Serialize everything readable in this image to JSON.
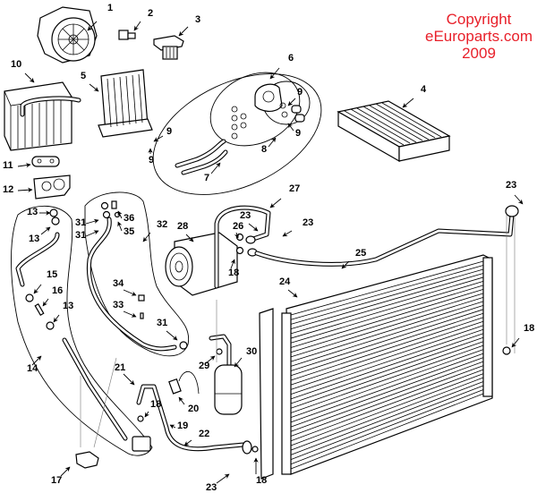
{
  "copyright": {
    "line1": "Copyright",
    "line2": "eEuroparts.com",
    "line3": "2009",
    "color": "#e8202a"
  },
  "diagram": {
    "title": "A/C system exploded parts diagram",
    "callouts": [
      {
        "id": "c1",
        "label": "1"
      },
      {
        "id": "c2",
        "label": "2"
      },
      {
        "id": "c3",
        "label": "3"
      },
      {
        "id": "c4",
        "label": "4"
      },
      {
        "id": "c5",
        "label": "5"
      },
      {
        "id": "c6",
        "label": "6"
      },
      {
        "id": "c7",
        "label": "7"
      },
      {
        "id": "c8",
        "label": "8"
      },
      {
        "id": "c9a",
        "label": "9"
      },
      {
        "id": "c9b",
        "label": "9"
      },
      {
        "id": "c9c",
        "label": "9"
      },
      {
        "id": "c9d",
        "label": "9"
      },
      {
        "id": "c10",
        "label": "10"
      },
      {
        "id": "c11",
        "label": "11"
      },
      {
        "id": "c12",
        "label": "12"
      },
      {
        "id": "c13a",
        "label": "13"
      },
      {
        "id": "c13b",
        "label": "13"
      },
      {
        "id": "c13c",
        "label": "13"
      },
      {
        "id": "c14",
        "label": "14"
      },
      {
        "id": "c15",
        "label": "15"
      },
      {
        "id": "c16",
        "label": "16"
      },
      {
        "id": "c17",
        "label": "17"
      },
      {
        "id": "c18a",
        "label": "18"
      },
      {
        "id": "c18b",
        "label": "18"
      },
      {
        "id": "c18c",
        "label": "18"
      },
      {
        "id": "c18d",
        "label": "18"
      },
      {
        "id": "c19",
        "label": "19"
      },
      {
        "id": "c20",
        "label": "20"
      },
      {
        "id": "c21",
        "label": "21"
      },
      {
        "id": "c22",
        "label": "22"
      },
      {
        "id": "c23a",
        "label": "23"
      },
      {
        "id": "c23b",
        "label": "23"
      },
      {
        "id": "c23c",
        "label": "23"
      },
      {
        "id": "c23d",
        "label": "23"
      },
      {
        "id": "c24",
        "label": "24"
      },
      {
        "id": "c25",
        "label": "25"
      },
      {
        "id": "c26",
        "label": "26"
      },
      {
        "id": "c27",
        "label": "27"
      },
      {
        "id": "c28",
        "label": "28"
      },
      {
        "id": "c29",
        "label": "29"
      },
      {
        "id": "c30",
        "label": "30"
      },
      {
        "id": "c31a",
        "label": "31"
      },
      {
        "id": "c31b",
        "label": "31"
      },
      {
        "id": "c31c",
        "label": "31"
      },
      {
        "id": "c32",
        "label": "32"
      },
      {
        "id": "c33",
        "label": "33"
      },
      {
        "id": "c34",
        "label": "34"
      },
      {
        "id": "c35",
        "label": "35"
      },
      {
        "id": "c36",
        "label": "36"
      }
    ]
  }
}
